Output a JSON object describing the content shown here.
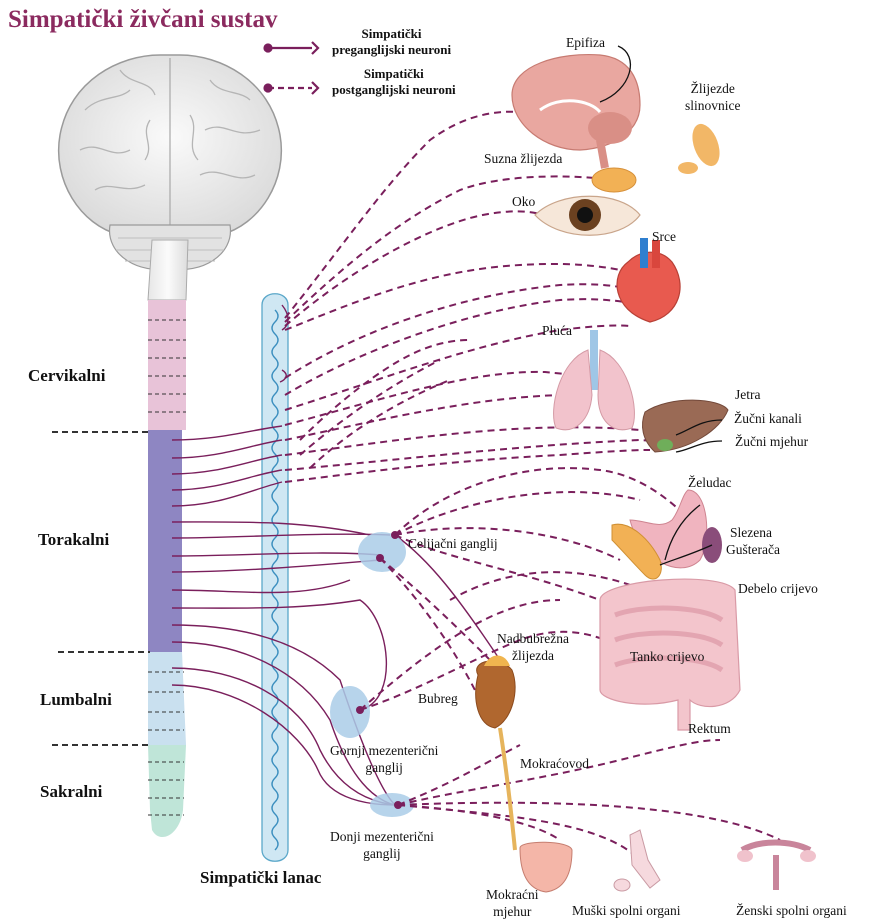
{
  "title": "Simpatički živčani sustav",
  "legend": {
    "preganglionic": "Simpatički\npreganglijski neuroni",
    "postganglionic": "Simpatički\npostganglijski neuroni"
  },
  "regions": {
    "cervical": "Cervikalni",
    "thoracic": "Torakalni",
    "lumbar": "Lumbalni",
    "sacral": "Sakralni"
  },
  "chain_label": "Simpatički lanac",
  "ganglia": {
    "celiac": "Celijačni ganglij",
    "superior_mesenteric": "Gornji mezenterični\nganglij",
    "inferior_mesenteric": "Donji mezenterični\nganglij"
  },
  "organs": {
    "epiphysis": "Epifiza",
    "salivary": "Žlijezde\nslinovnice",
    "lacrimal": "Suzna žlijezda",
    "eye": "Oko",
    "heart": "Srce",
    "lungs": "Pluća",
    "liver": "Jetra",
    "bile_ducts": "Žučni kanali",
    "gallbladder": "Žučni mjehur",
    "stomach": "Želudac",
    "spleen": "Slezena",
    "pancreas": "Gušterača",
    "large_intestine": "Debelo crijevo",
    "adrenal": "Nadbubrežna\nžlijezda",
    "small_intestine": "Tanko crijevo",
    "kidney": "Bubreg",
    "rectum": "Rektum",
    "ureter": "Mokraćovod",
    "bladder": "Mokraćni\nmjehur",
    "male": "Muški spolni organi",
    "female": "Ženski spolni organi"
  },
  "colors": {
    "nerve": "#7a1f5c",
    "title": "#8b2a5f",
    "cervical": "#e8c3d8",
    "thoracic": "#8e86c2",
    "lumbar": "#c9e0ef",
    "sacral": "#bfe5d8",
    "ganglion": "#aacde8"
  }
}
